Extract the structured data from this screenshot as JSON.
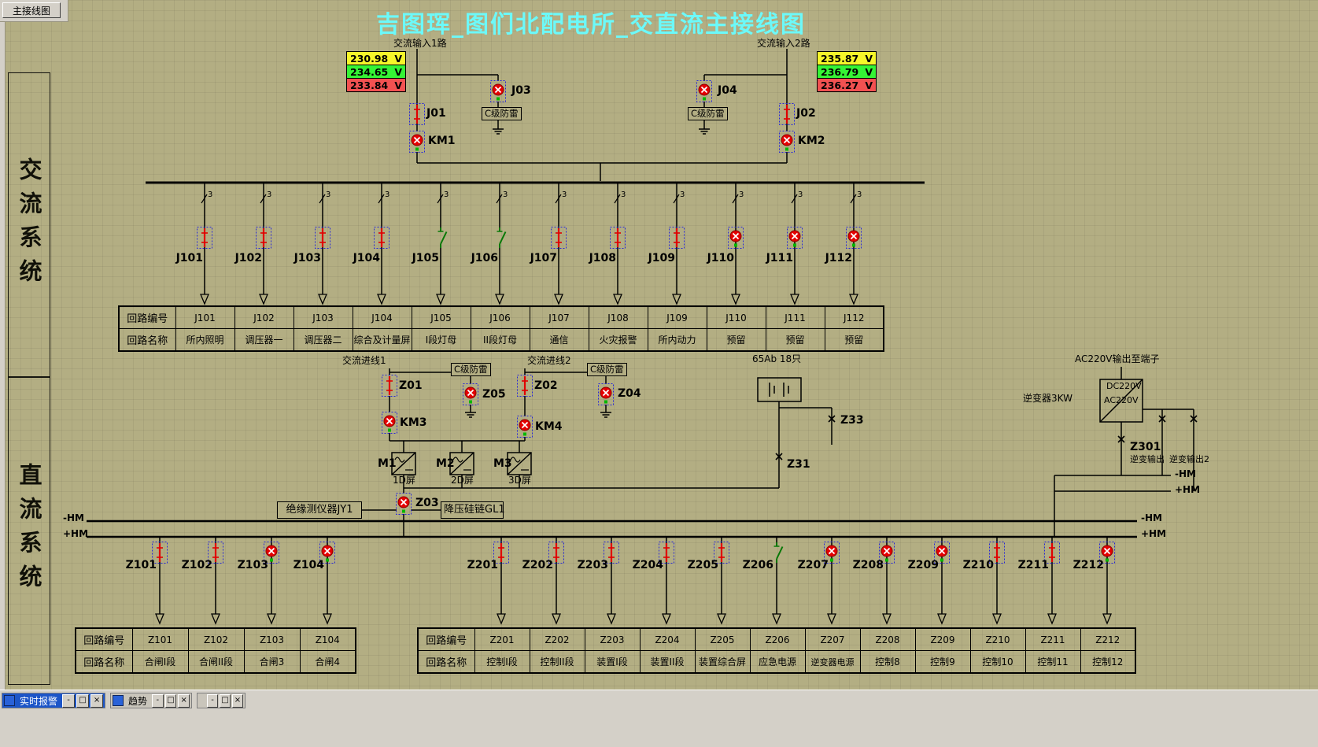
{
  "window": {
    "tab": "主接线图"
  },
  "title": "吉图珲_图们北配电所_交直流主接线图",
  "systems": {
    "ac": "交流系统",
    "dc": "直流系统"
  },
  "phase_mark": "3",
  "accent": {
    "title_color": "#6cf9f9",
    "phase_a": "#f6f62a",
    "phase_b": "#35f435",
    "phase_c": "#f25151"
  },
  "voltmeters": {
    "left": [
      {
        "value": "230.98",
        "unit": "V"
      },
      {
        "value": "234.65",
        "unit": "V"
      },
      {
        "value": "233.84",
        "unit": "V"
      }
    ],
    "right": [
      {
        "value": "235.87",
        "unit": "V"
      },
      {
        "value": "236.79",
        "unit": "V"
      },
      {
        "value": "236.27",
        "unit": "V"
      }
    ]
  },
  "ac_inputs": {
    "in1": "交流输入1路",
    "in2": "交流输入2路"
  },
  "devices": {
    "j01": "J01",
    "j02": "J02",
    "j03": "J03",
    "j04": "J04",
    "km1": "KM1",
    "km2": "KM2",
    "km3": "KM3",
    "km4": "KM4",
    "surge_label": "C级防雷"
  },
  "table_labels": {
    "id_row": "回路编号",
    "name_row": "回路名称"
  },
  "ac_feeders": [
    {
      "id": "J101",
      "name": "所内照明"
    },
    {
      "id": "J102",
      "name": "调压器一"
    },
    {
      "id": "J103",
      "name": "调压器二"
    },
    {
      "id": "J104",
      "name": "综合及计量屏"
    },
    {
      "id": "J105",
      "name": "I段灯母"
    },
    {
      "id": "J106",
      "name": "II段灯母"
    },
    {
      "id": "J107",
      "name": "通信"
    },
    {
      "id": "J108",
      "name": "火灾报警"
    },
    {
      "id": "J109",
      "name": "所内动力"
    },
    {
      "id": "J110",
      "name": "预留"
    },
    {
      "id": "J111",
      "name": "预留"
    },
    {
      "id": "J112",
      "name": "预留"
    }
  ],
  "dc": {
    "in1": "交流进线1",
    "in2": "交流进线2",
    "z01": "Z01",
    "z02": "Z02",
    "z03": "Z03",
    "z04": "Z04",
    "z05": "Z05",
    "m1": "M1",
    "m2": "M2",
    "m3": "M3",
    "p1": "1D屏",
    "p2": "2D屏",
    "p3": "3D屏",
    "jy1": "绝缘测仪器JY1",
    "gl1": "降压硅链GL1",
    "battery": "65Ab 18只",
    "z31": "Z31",
    "z33": "Z33",
    "inverter": {
      "out_title": "AC220V输出至端子",
      "label": "逆变器3KW",
      "top": "DC220V",
      "bottom": "AC220V",
      "z301": "Z301",
      "out1": "逆变输出",
      "out2": "逆变输出2",
      "neg": "-HM",
      "pos": "+HM"
    },
    "bus": {
      "neg": "-HM",
      "pos": "+HM"
    }
  },
  "dc_feeders1": [
    {
      "id": "Z101",
      "name": "合闸I段"
    },
    {
      "id": "Z102",
      "name": "合闸II段"
    },
    {
      "id": "Z103",
      "name": "合闸3"
    },
    {
      "id": "Z104",
      "name": "合闸4"
    }
  ],
  "dc_feeders2": [
    {
      "id": "Z201",
      "name": "控制I段"
    },
    {
      "id": "Z202",
      "name": "控制II段"
    },
    {
      "id": "Z203",
      "name": "装置I段"
    },
    {
      "id": "Z204",
      "name": "装置II段"
    },
    {
      "id": "Z205",
      "name": "装置综合屏"
    },
    {
      "id": "Z206",
      "name": "应急电源"
    },
    {
      "id": "Z207",
      "name": "逆变器电源"
    },
    {
      "id": "Z208",
      "name": "控制8"
    },
    {
      "id": "Z209",
      "name": "控制9"
    },
    {
      "id": "Z210",
      "name": "控制10"
    },
    {
      "id": "Z211",
      "name": "控制11"
    },
    {
      "id": "Z212",
      "name": "控制12"
    }
  ],
  "taskbar": {
    "windows": [
      {
        "title": "实时报警"
      },
      {
        "title": "趋势"
      },
      {
        "title": ""
      }
    ],
    "glyphs": [
      "-",
      "□",
      "×"
    ]
  }
}
